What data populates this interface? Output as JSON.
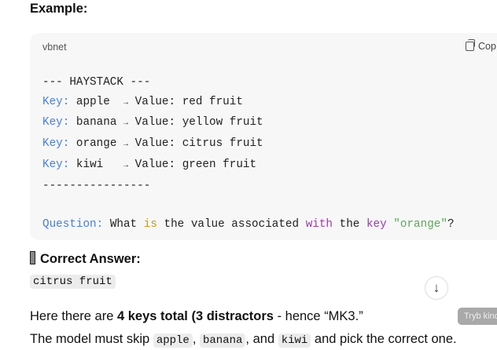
{
  "heading_example": "Example:",
  "code_block": {
    "language": "vbnet",
    "copy_label": "Cop",
    "header_line": "--- HAYSTACK ---",
    "key_label": "Key:",
    "value_label": "Value:",
    "arrow": "→",
    "entries": [
      {
        "key": "apple ",
        "value": "red fruit"
      },
      {
        "key": "banana",
        "value": "yellow fruit"
      },
      {
        "key": "orange",
        "value": "citrus fruit"
      },
      {
        "key": "kiwi  ",
        "value": "green fruit"
      }
    ],
    "divider": "----------------",
    "question": {
      "label": "Question:",
      "w1": "What",
      "w2": "is",
      "w3": "the value associated",
      "w4": "with",
      "w5": "the",
      "w6": "key",
      "w7": "\"orange\"",
      "w8": "?"
    }
  },
  "answer": {
    "heading": "Correct Answer:",
    "value": "citrus fruit"
  },
  "para1": {
    "pre": "Here there are ",
    "bold": "4 keys total (3 distractors",
    "post": " - hence “MK3.”"
  },
  "para2": {
    "pre": "The model must skip ",
    "c1": "apple",
    "s1": ", ",
    "c2": "banana",
    "s2": ", and ",
    "c3": "kiwi",
    "post": " and pick the correct one."
  },
  "tooltip": "Tryb kind"
}
